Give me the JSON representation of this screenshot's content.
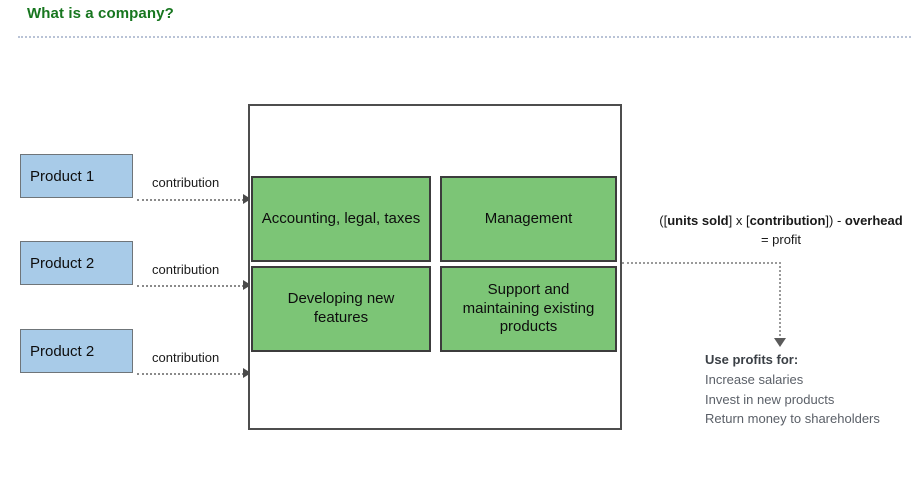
{
  "header": {
    "title": "What is a company?"
  },
  "products": [
    {
      "label": "Product 1",
      "arrow_label": "contribution"
    },
    {
      "label": "Product 2",
      "arrow_label": "contribution"
    },
    {
      "label": "Product 2",
      "arrow_label": "contribution"
    }
  ],
  "company": {
    "functions": [
      {
        "label": "Accounting, legal, taxes"
      },
      {
        "label": "Management"
      },
      {
        "label": "Developing new features"
      },
      {
        "label": "Support and maintaining existing products"
      }
    ]
  },
  "profit": {
    "formula_prefix": "([",
    "formula_units": "units sold",
    "formula_mid": "] x [",
    "formula_contribution": "contribution",
    "formula_suffix": "]) - ",
    "formula_overhead": "overhead",
    "formula_result": "= profit"
  },
  "use_profits": {
    "title": "Use profits for:",
    "items": [
      "Increase salaries",
      "Invest in new products",
      "Return money to shareholders"
    ]
  },
  "colors": {
    "title_green": "#17761f",
    "product_blue": "#a8cbe8",
    "function_green": "#7cc576",
    "rule_blue": "#b9c3d6"
  }
}
